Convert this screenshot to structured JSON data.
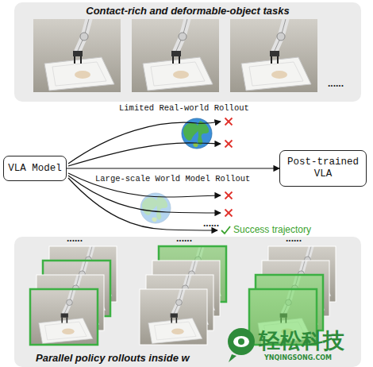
{
  "diagram": {
    "nodes": [
      {
        "text": [
          "Contact-rich and deformable-object tasks"
        ]
      },
      {
        "text": [
          "VLA Model"
        ]
      },
      {
        "text": [
          "Post-trained VLA"
        ]
      },
      {
        "text": [
          "Parallel policy rollouts inside w"
        ]
      }
    ],
    "edges": [
      {
        "from": 1,
        "to": 2,
        "arrow": "to",
        "label": "Large-scale World Model Rollout"
      }
    ],
    "labels": [
      "......",
      "Limited Real-world Rollout",
      "......",
      "Success trajectory",
      "......",
      "......",
      "......",
      "轻松科技",
      "YNQINGSONG.COM"
    ]
  }
}
